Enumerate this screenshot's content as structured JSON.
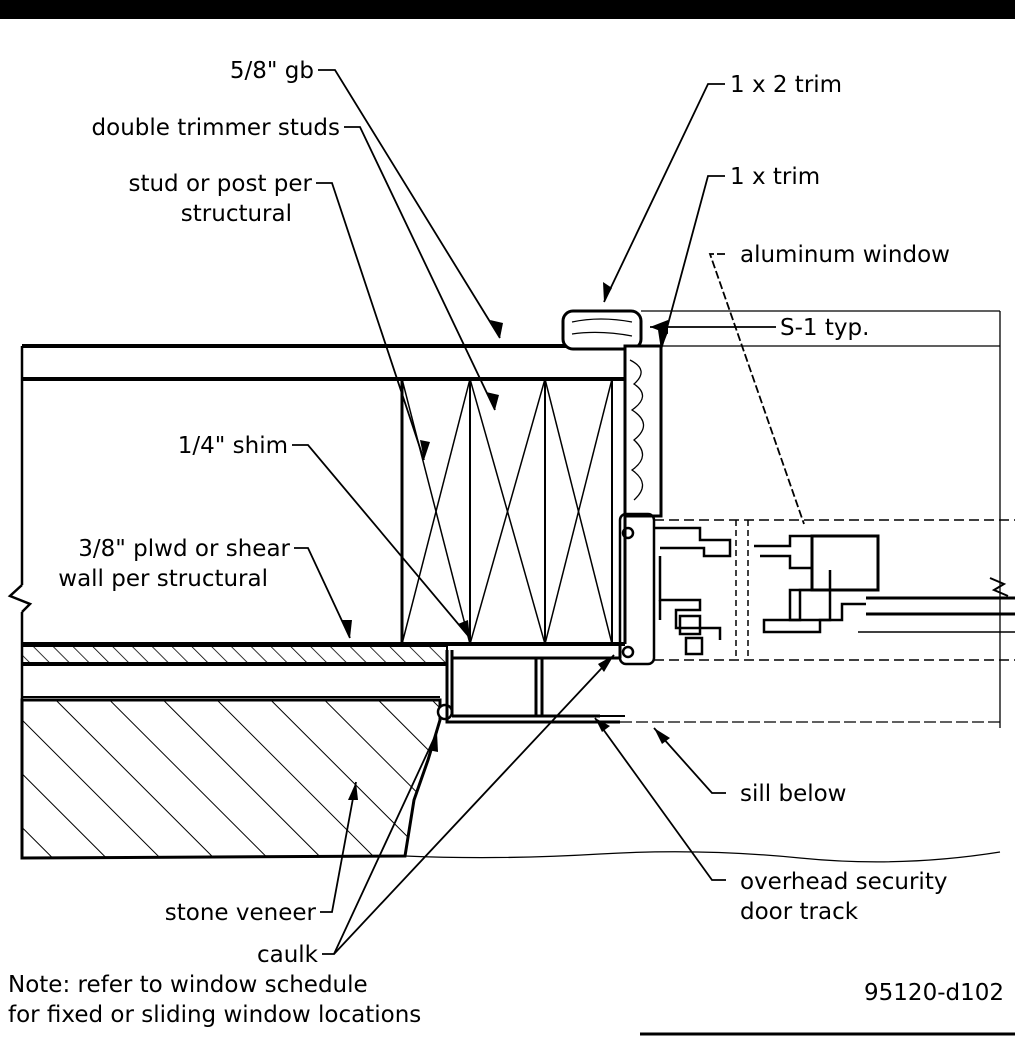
{
  "labels": {
    "gb": "5/8\" gb",
    "double_trimmer_studs": "double trimmer studs",
    "stud_post_1": "stud or post per",
    "stud_post_2": "structural",
    "trim_1x2": "1 x 2 trim",
    "trim_1x": "1 x trim",
    "aluminum_window": "aluminum window",
    "s1_typ": "S-1 typ.",
    "shim": "1/4\" shim",
    "plwd_1": "3/8\" plwd or shear",
    "plwd_2": "wall per structural",
    "sill_below": "sill below",
    "overhead_1": "overhead security",
    "overhead_2": "door track",
    "stone_veneer": "stone veneer",
    "caulk": "caulk"
  },
  "note": {
    "line1": "Note: refer to window schedule",
    "line2": "for fixed or sliding window locations"
  },
  "drawing_number": "95120-d102",
  "colors": {
    "ink": "#000000",
    "paper": "#ffffff"
  }
}
